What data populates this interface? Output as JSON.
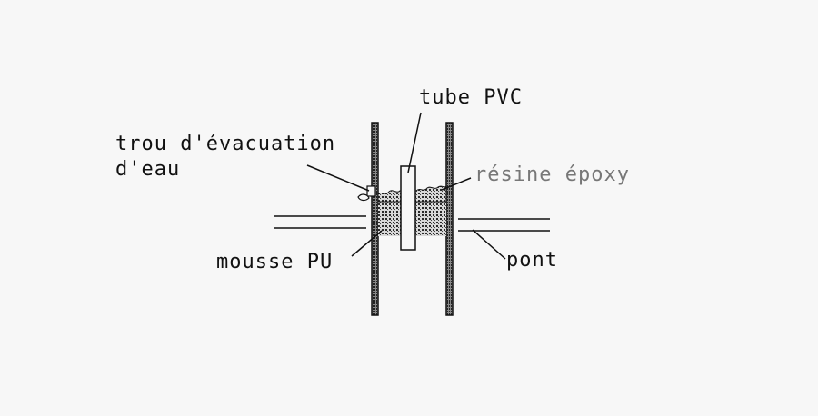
{
  "labels": {
    "tube": "tube PVC",
    "drain_line1": "trou d'évacuation",
    "drain_line2": "d'eau",
    "resin": "résine époxy",
    "foam": "mousse PU",
    "deck": "pont"
  },
  "colors": {
    "background": "#f7f7f7",
    "line": "#111111",
    "grey_text": "#777777",
    "wall_fill": "#5a5a5a",
    "foam_fill": "#3a3a3a",
    "resin_fill": "#bdbdbd"
  }
}
